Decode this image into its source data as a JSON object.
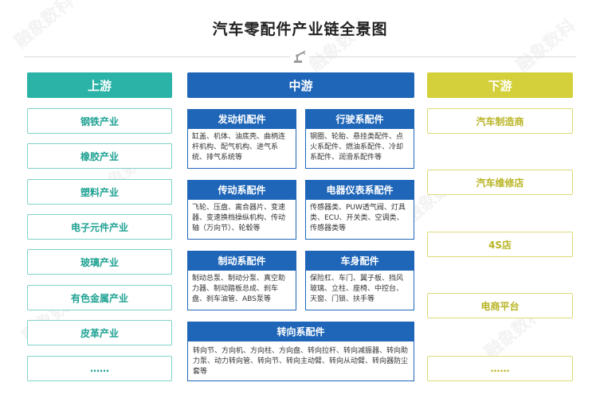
{
  "title": "汽车零配件产业链全景图",
  "columns": {
    "upstream": {
      "header": "上游",
      "items": [
        "钢铁产业",
        "橡胶产业",
        "塑料产业",
        "电子元件产业",
        "玻璃产业",
        "有色金属产业",
        "皮革产业",
        "……"
      ]
    },
    "midstream": {
      "header": "中游",
      "boxes": [
        {
          "title": "发动机配件",
          "desc": "缸盖、机体、油底壳、曲柄连杆机构、配气机构、进气系统、排气系统等"
        },
        {
          "title": "行驶系配件",
          "desc": "钢圈、轮胎、悬挂类配件、点火系配件、燃油系配件、冷却系配件、润滑系配件等"
        },
        {
          "title": "传动系配件",
          "desc": "飞轮、压盘、离合器片、变速器、变速换档操纵机构、传动轴（万向节）、轮毂等"
        },
        {
          "title": "电器仪表系配件",
          "desc": "传感器类、PUW透气阀、灯具类、ECU、开关类、空调类、传感器类等"
        },
        {
          "title": "制动系配件",
          "desc": "制动总泵、制动分泵、真空助力器、制动踏板总成、刹车盘、刹车油管、ABS泵等"
        },
        {
          "title": "车身配件",
          "desc": "保险杠、车门、翼子板、挡风玻璃、立柱、座椅、中控台、天窗、门锁、扶手等"
        },
        {
          "title": "转向系配件",
          "desc": "转向节、方向机、方向柱、方向盘、转向拉杆、转向减振器、转向助力泵、动力转向管、转向节、转向主动臂、转向从动臂、转向器防尘套等"
        }
      ]
    },
    "downstream": {
      "header": "下游",
      "items": [
        "汽车制造商",
        "汽车维修店",
        "4S店",
        "电商平台",
        "……"
      ]
    }
  },
  "colors": {
    "upstream": "#2ab3a6",
    "midstream": "#1f66b8",
    "downstream": "#d4d03c"
  },
  "icons": [
    "robot-arm-icon"
  ],
  "watermark": "融象数科"
}
